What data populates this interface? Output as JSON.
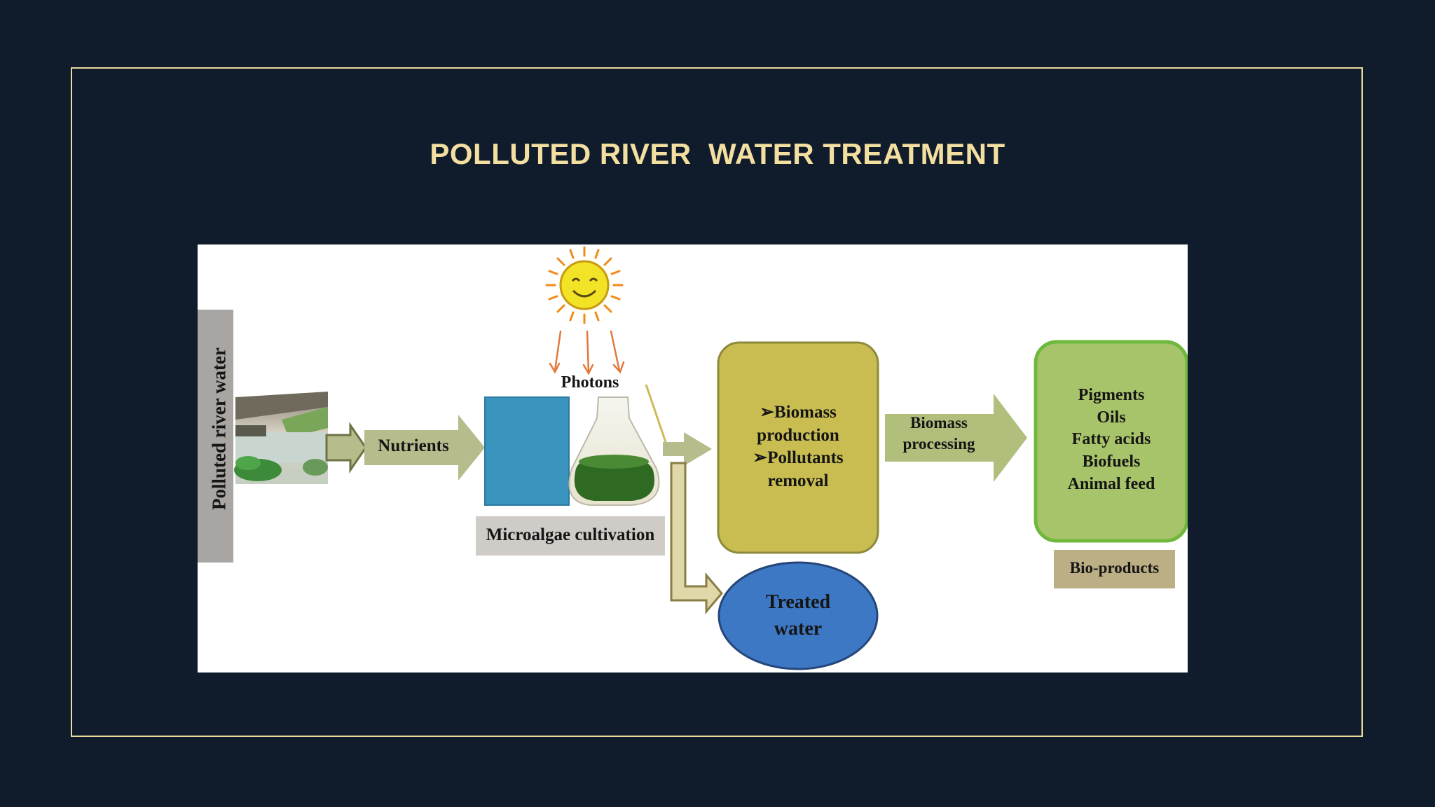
{
  "slide": {
    "title": "POLLUTED RIVER  WATER TREATMENT"
  },
  "diagram": {
    "river_label": "Polluted river  water",
    "nutrients_label": "Nutrients",
    "photons_label": "Photons",
    "cultivation_label": "Microalgae cultivation",
    "process_box": {
      "line1": "➢Biomass",
      "line2": "production",
      "line3": "➢Pollutants",
      "line4": "removal"
    },
    "biomass_processing": {
      "line1": "Biomass",
      "line2": "processing"
    },
    "products": [
      "Pigments",
      "Oils",
      "Fatty acids",
      "Biofuels",
      "Animal feed"
    ],
    "bioproducts_label": "Bio-products",
    "treated_water": {
      "line1": "Treated",
      "line2": "water"
    }
  },
  "colors": {
    "background": "#101b2b",
    "frame": "#e9dca0",
    "title": "#f3dfa0",
    "label_gray": "#a8a5a2",
    "arrow_olive": "#b7bc8c",
    "process_box": "#c9bd52",
    "product_box": "#a8c46a",
    "treated_water": "#3d78c4",
    "bioproducts": "#bcae85"
  }
}
